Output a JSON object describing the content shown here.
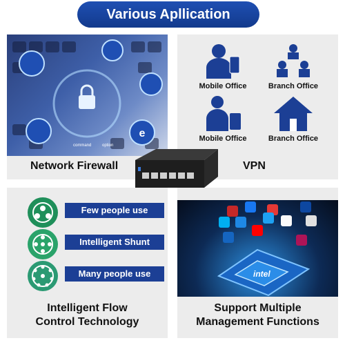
{
  "header": {
    "title": "Various Apllication"
  },
  "network_panel": {
    "caption": "Network Firewall",
    "keyboard_keys": [
      "command",
      "option"
    ]
  },
  "vpn_panel": {
    "caption": "VPN",
    "items": [
      {
        "label": "Mobile Office",
        "icon": "person-phone-icon"
      },
      {
        "label": "Branch Office",
        "icon": "org-chart-icon"
      },
      {
        "label": "Mobile Office",
        "icon": "person-luggage-icon"
      },
      {
        "label": "Branch Office",
        "icon": "house-icon"
      }
    ]
  },
  "flow_panel": {
    "rows": [
      {
        "label": "Few people use",
        "color": "#1f8f5a"
      },
      {
        "label": "Intelligent Shunt",
        "color": "#2aa36a"
      },
      {
        "label": "Many people use",
        "color": "#2b9a73"
      }
    ],
    "caption_line1": "Intelligent Flow",
    "caption_line2": "Control Technology"
  },
  "mgmt_panel": {
    "caption_line1": "Support Multiple",
    "caption_line2": "Management Functions",
    "chip_label": "intel"
  },
  "colors": {
    "brand": "#1c3f95",
    "accent": "#123a8c"
  }
}
